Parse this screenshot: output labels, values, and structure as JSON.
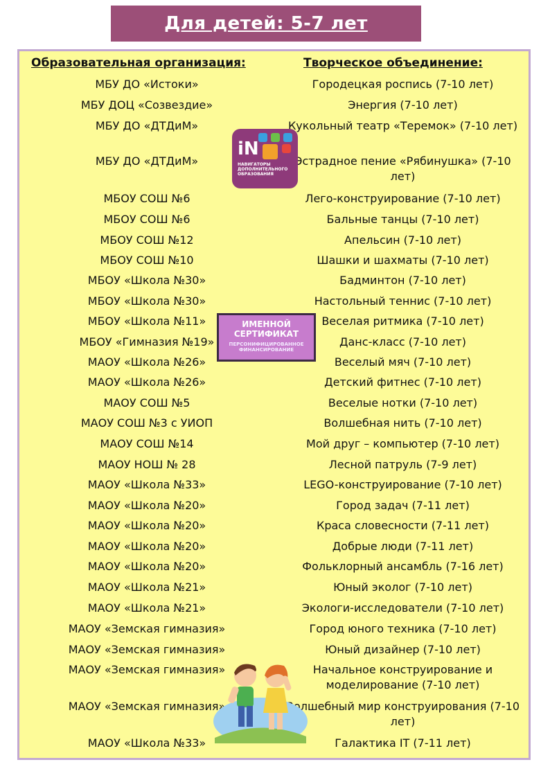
{
  "title": "Для детей: 5-7 лет",
  "headers": {
    "org": "Образовательная организация:",
    "club": "Творческое объединение:"
  },
  "logo": {
    "text": "iN",
    "subtitle": "НАВИГАТОРЫ ДОПОЛНИТЕЛЬНОГО ОБРАЗОВАНИЯ"
  },
  "certificate": {
    "line1": "ИМЕННОЙ",
    "line2": "СЕРТИФИКАТ",
    "line3": "ПЕРСОНИФИЦИРОВАННОЕ",
    "line4": "ФИНАНСИРОВАНИЕ"
  },
  "colors": {
    "title_bg": "#9c4f78",
    "panel_bg": "#fdfb98",
    "panel_border": "#c2a8d1",
    "logo_bg": "#8e3a7a",
    "cert_bg": "#c77ccd"
  },
  "rows": [
    {
      "org": "МБУ ДО «Истоки»",
      "club": "Городецкая роспись (7-10 лет)"
    },
    {
      "org": "МБУ ДОЦ «Созвездие»",
      "club": "Энергия (7-10 лет)"
    },
    {
      "org": "МБУ ДО «ДТДиМ»",
      "club": "Кукольный театр «Теремок» (7-10 лет)"
    },
    {
      "org": "МБУ ДО «ДТДиМ»",
      "club": "Эстрадное пение «Рябинушка» (7-10 лет)"
    },
    {
      "org": "МБОУ СОШ №6",
      "club": "Лего-конструирование (7-10 лет)"
    },
    {
      "org": "МБОУ СОШ №6",
      "club": "Бальные танцы (7-10 лет)"
    },
    {
      "org": "МБОУ СОШ №12",
      "club": "Апельсин (7-10 лет)"
    },
    {
      "org": "МБОУ СОШ №10",
      "club": "Шашки и шахматы (7-10 лет)"
    },
    {
      "org": "МБОУ «Школа №30»",
      "club": "Бадминтон (7-10 лет)"
    },
    {
      "org": "МБОУ «Школа №30»",
      "club": "Настольный теннис (7-10 лет)"
    },
    {
      "org": "МБОУ «Школа №11»",
      "club": "Веселая ритмика (7-10 лет)"
    },
    {
      "org": "МБОУ «Гимназия №19»",
      "club": "Данс-класс (7-10 лет)"
    },
    {
      "org": "МАОУ «Школа №26»",
      "club": "Веселый мяч (7-10 лет)"
    },
    {
      "org": "МАОУ «Школа №26»",
      "club": "Детский фитнес (7-10 лет)"
    },
    {
      "org": "МАОУ СОШ №5",
      "club": "Веселые нотки (7-10 лет)"
    },
    {
      "org": "МАОУ СОШ №3 с УИОП",
      "club": "Волшебная нить (7-10 лет)"
    },
    {
      "org": "МАОУ СОШ №14",
      "club": "Мой друг – компьютер (7-10 лет)"
    },
    {
      "org": "МАОУ НОШ № 28",
      "club": "Лесной патруль (7-9 лет)"
    },
    {
      "org": "МАОУ «Школа №33»",
      "club": "LEGO-конструирование (7-10 лет)"
    },
    {
      "org": "МАОУ «Школа №20»",
      "club": "Город задач (7-11 лет)"
    },
    {
      "org": "МАОУ «Школа №20»",
      "club": "Краса словесности (7-11 лет)"
    },
    {
      "org": "МАОУ «Школа №20»",
      "club": "Добрые люди (7-11 лет)"
    },
    {
      "org": "МАОУ «Школа №20»",
      "club": "Фольклорный ансамбль (7-16 лет)"
    },
    {
      "org": "МАОУ «Школа №21»",
      "club": "Юный эколог (7-10 лет)"
    },
    {
      "org": "МАОУ «Школа №21»",
      "club": "Экологи-исследователи (7-10 лет)"
    },
    {
      "org": "МАОУ «Земская гимназия»",
      "club": "Город юного техника (7-10 лет)"
    },
    {
      "org": "МАОУ «Земская гимназия»",
      "club": "Юный дизайнер (7-10 лет)"
    },
    {
      "org": "МАОУ «Земская гимназия»",
      "club": "Начальное конструирование и моделирование (7-10 лет)"
    },
    {
      "org": "МАОУ «Земская гимназия»",
      "club": "Волшебный мир конструирования (7-10 лет)"
    },
    {
      "org": "МАОУ «Школа №33»",
      "club": "Галактика IT (7-11 лет)"
    }
  ]
}
